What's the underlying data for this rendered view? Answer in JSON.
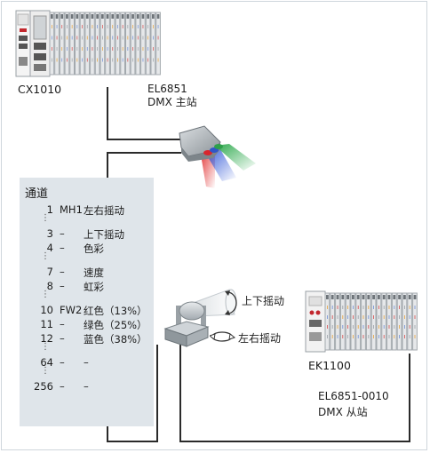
{
  "devices": {
    "cx1010": {
      "label": "CX1010"
    },
    "el6851": {
      "line1": "EL6851",
      "line2": "DMX 主站"
    },
    "ek1100": {
      "label": "EK1100"
    },
    "el6851_0010": {
      "line1": "EL6851-0010",
      "line2": "DMX 从站"
    }
  },
  "channels": {
    "title": "通道",
    "rows": [
      {
        "type": "entry",
        "num": "1",
        "device": "MH1",
        "function": "左右摇动"
      },
      {
        "type": "dots"
      },
      {
        "type": "entry",
        "num": "3",
        "device": "–",
        "function": "上下摇动"
      },
      {
        "type": "entry",
        "num": "4",
        "device": "–",
        "function": "色彩"
      },
      {
        "type": "dots"
      },
      {
        "type": "entry",
        "num": "7",
        "device": "–",
        "function": "速度"
      },
      {
        "type": "entry",
        "num": "8",
        "device": "–",
        "function": "虹彩"
      },
      {
        "type": "dots"
      },
      {
        "type": "entry",
        "num": "10",
        "device": "FW2",
        "function": "红色（13%）"
      },
      {
        "type": "entry",
        "num": "11",
        "device": "–",
        "function": "绿色（25%）"
      },
      {
        "type": "entry",
        "num": "12",
        "device": "–",
        "function": "蓝色（38%）"
      },
      {
        "type": "dots"
      },
      {
        "type": "entry",
        "num": "64",
        "device": "–",
        "function": "–"
      },
      {
        "type": "dots"
      },
      {
        "type": "entry",
        "num": "256",
        "device": "–",
        "function": "–"
      }
    ]
  },
  "motion": {
    "tilt": "上下摇动",
    "pan": "左右摇动"
  },
  "colors": {
    "panel": "#dfe5ea",
    "wire": "#2a2a2a",
    "beam_red": "#d8262e",
    "beam_blue": "#2f56c8",
    "beam_green": "#2ea04a",
    "terminal_orange": "#e9a23a",
    "terminal_blue": "#6f8ed6",
    "terminal_red": "#d94b4b"
  }
}
